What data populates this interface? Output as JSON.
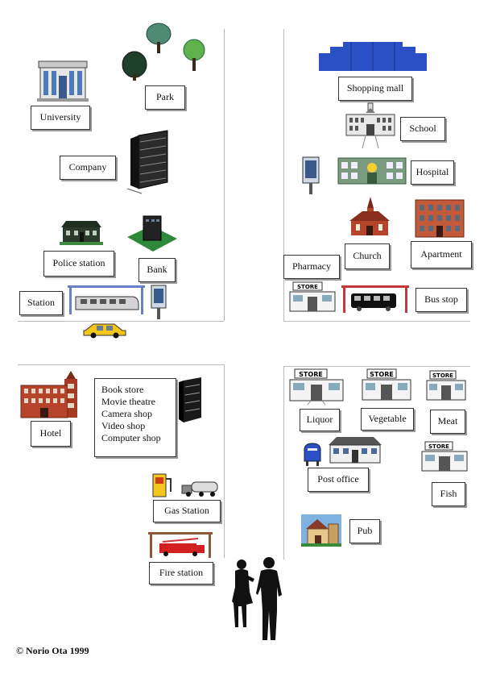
{
  "labels": {
    "university": "University",
    "park": "Park",
    "company": "Company",
    "police_station": "Police station",
    "bank": "Bank",
    "station": "Station",
    "shopping_mall": "Shopping mall",
    "school": "School",
    "hospital": "Hospital",
    "church": "Church",
    "apartment": "Apartment",
    "pharmacy": "Pharmacy",
    "bus_stop": "Bus stop",
    "hotel": "Hotel",
    "gas_station": "Gas Station",
    "fire_station": "Fire station",
    "liquor": "Liquor",
    "vegetable": "Vegetable",
    "meat": "Meat",
    "post_office": "Post office",
    "fish": "Fish",
    "pub": "Pub"
  },
  "shops_list": [
    "Book store",
    "Movie theatre",
    "Camera shop",
    "Video shop",
    "Computer shop"
  ],
  "store_sign": "STORE",
  "copyright": "© Norio Ota 1999",
  "colors": {
    "mall_blue": "#2b4fc4",
    "building_green": "#7a9b7f",
    "brick_red": "#b5442a",
    "taxi_yellow": "#f2c61a",
    "fire_red": "#d21f1f"
  }
}
